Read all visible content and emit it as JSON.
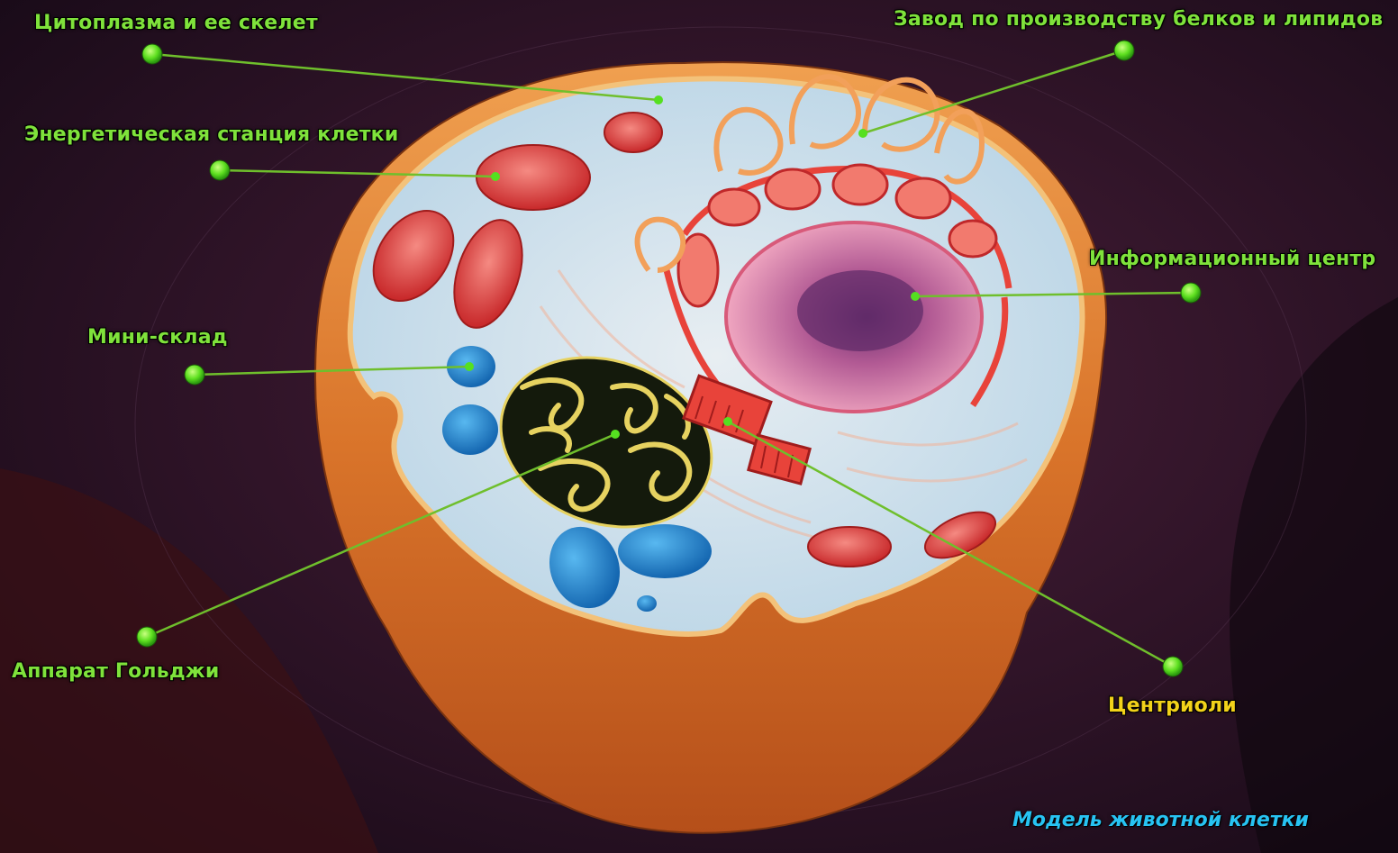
{
  "labels": {
    "cytoplasm": "Цитоплазма и ее скелет",
    "mitochondria": "Энергетическая станция клетки",
    "vacuole": "Мини-склад",
    "golgi": "Аппарат Гольджи",
    "er": "Завод по производству белков и липидов",
    "nucleus": "Информационный центр",
    "centrioles": "Центриоли"
  },
  "caption": "Модель животной клетки",
  "colors": {
    "label_text": "#7fe23b",
    "centrioles_text": "#f2d21a",
    "caption_text": "#27c3f2",
    "leader_line": "#6fbf2c",
    "marker": "#55e020"
  }
}
